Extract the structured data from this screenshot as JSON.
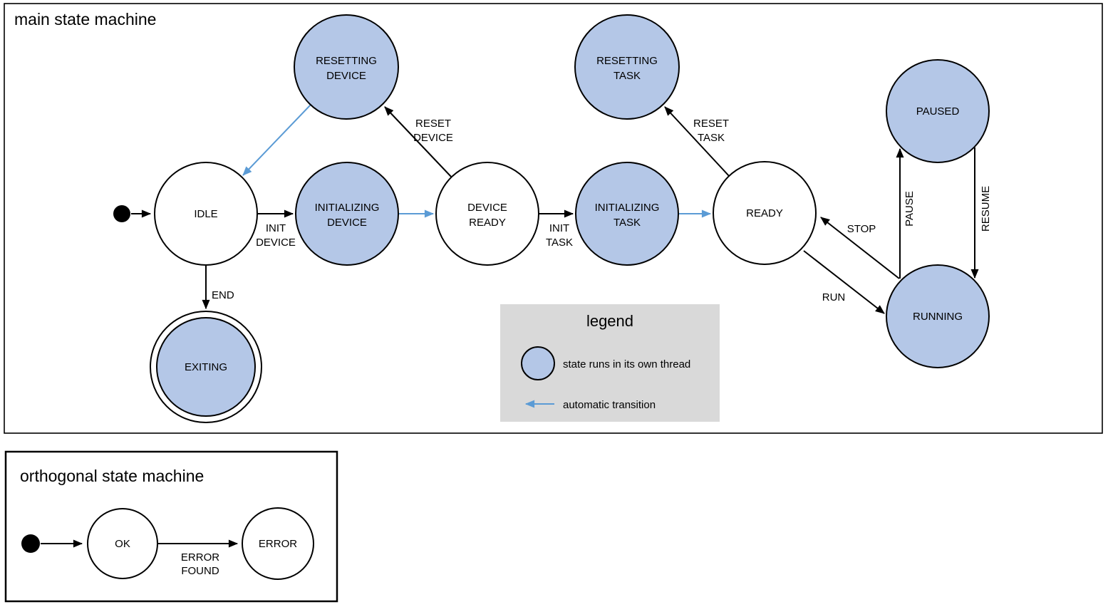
{
  "main": {
    "title": "main state machine",
    "states": {
      "idle": {
        "label": "IDLE",
        "threaded": false
      },
      "resetting_device": {
        "line1": "RESETTING",
        "line2": "DEVICE",
        "threaded": true
      },
      "initializing_device": {
        "line1": "INITIALIZING",
        "line2": "DEVICE",
        "threaded": true
      },
      "device_ready": {
        "line1": "DEVICE",
        "line2": "READY",
        "threaded": false
      },
      "resetting_task": {
        "line1": "RESETTING",
        "line2": "TASK",
        "threaded": true
      },
      "initializing_task": {
        "line1": "INITIALIZING",
        "line2": "TASK",
        "threaded": true
      },
      "ready": {
        "label": "READY",
        "threaded": false
      },
      "paused": {
        "label": "PAUSED",
        "threaded": true
      },
      "running": {
        "label": "RUNNING",
        "threaded": true
      },
      "exiting": {
        "label": "EXITING",
        "threaded": true,
        "final": true
      }
    },
    "transitions": {
      "init_device": {
        "line1": "INIT",
        "line2": "DEVICE"
      },
      "reset_device": {
        "line1": "RESET",
        "line2": "DEVICE"
      },
      "init_task": {
        "line1": "INIT",
        "line2": "TASK"
      },
      "reset_task": {
        "line1": "RESET",
        "line2": "TASK"
      },
      "stop": {
        "label": "STOP"
      },
      "run": {
        "label": "RUN"
      },
      "pause": {
        "label": "PAUSE"
      },
      "resume": {
        "label": "RESUME"
      },
      "end": {
        "label": "END"
      }
    },
    "legend": {
      "title": "legend",
      "thread_item": "state runs in its own thread",
      "auto_item": "automatic transition"
    }
  },
  "orthogonal": {
    "title": "orthogonal state machine",
    "states": {
      "ok": {
        "label": "OK"
      },
      "error": {
        "label": "ERROR"
      }
    },
    "transitions": {
      "error_found": {
        "line1": "ERROR",
        "line2": "FOUND"
      }
    }
  },
  "colors": {
    "threaded_state_fill": "#b4c7e7",
    "automatic_transition": "#5b9bd5",
    "legend_background": "#d9d9d9",
    "stroke": "#000000",
    "background": "#ffffff"
  }
}
